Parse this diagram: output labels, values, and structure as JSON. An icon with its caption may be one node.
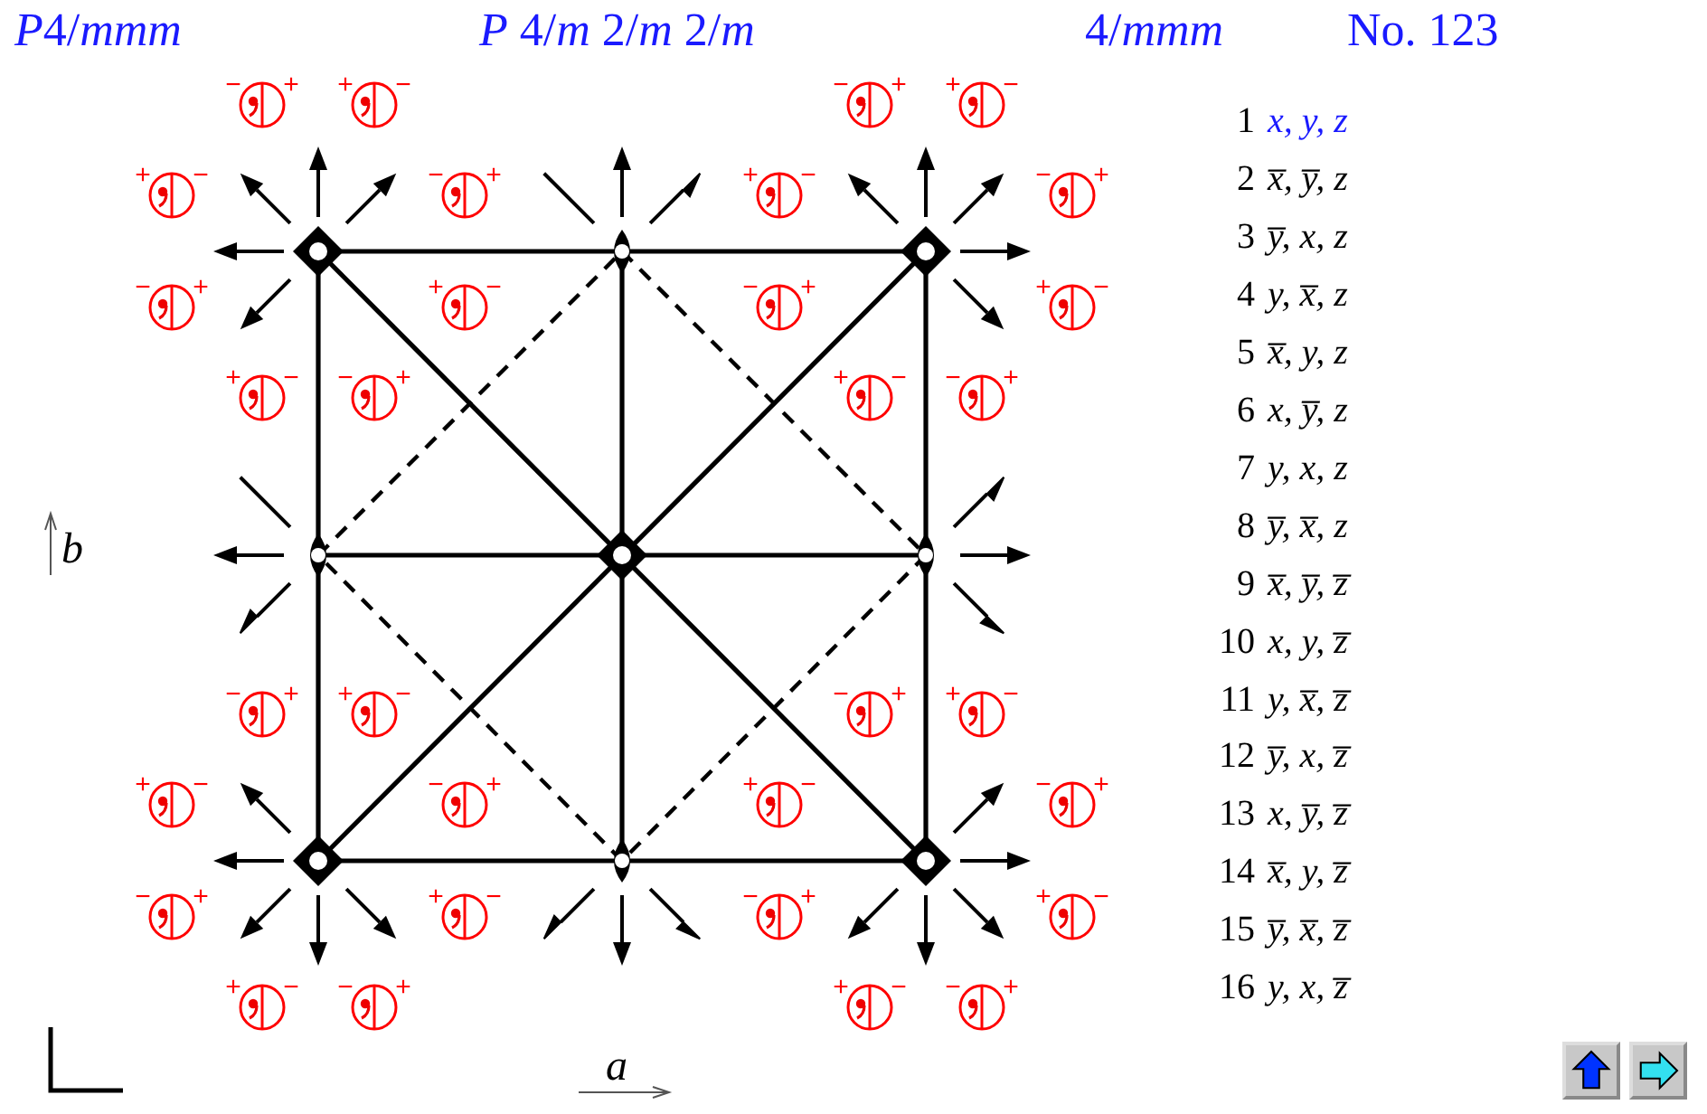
{
  "diagram": {
    "labels": [
      "P4/*mmm*",
      "*P* 4/*m* 2/*m* 2/*m*",
      "4/*mmm*",
      "No. 123",
      "−",
      "+",
      "+",
      "−",
      "−",
      "+",
      "+",
      "−",
      "+",
      "−",
      "−",
      "+",
      "+",
      "−",
      "−",
      "+",
      "−",
      "+",
      "+",
      "−",
      "−",
      "+",
      "+",
      "−",
      "+",
      "−",
      "−",
      "+",
      "+",
      "−",
      "−",
      "+",
      "−",
      "+",
      "+",
      "−",
      "−",
      "+",
      "+",
      "−",
      "+",
      "−",
      "−",
      "+",
      "+",
      "−",
      "−",
      "+",
      "−",
      "+",
      "+",
      "−",
      "−",
      "+",
      "+",
      "−",
      "+",
      "−",
      "−",
      "+",
      "+",
      "−",
      "−",
      "+",
      "1",
      "x, y, z",
      "2",
      "x̅, y̅, z",
      "3",
      "y̅, x, z",
      "4",
      "y, x̅, z",
      "5",
      "x̅, y, z",
      "6",
      "x, y̅, z",
      "7",
      "y, x, z",
      "8",
      "y̅, x̅, z",
      "9",
      "x̅, y̅, z̅",
      "10",
      "x, y, z̅",
      "11",
      "y, x̅, z̅",
      "12",
      "y̅, x, z̅",
      "13",
      "x, y̅, z̅",
      "14",
      "x̅, y, z̅",
      "15",
      "y̅, x̅, z̅",
      "16",
      "y, x, z̅",
      "b",
      "a"
    ]
  }
}
